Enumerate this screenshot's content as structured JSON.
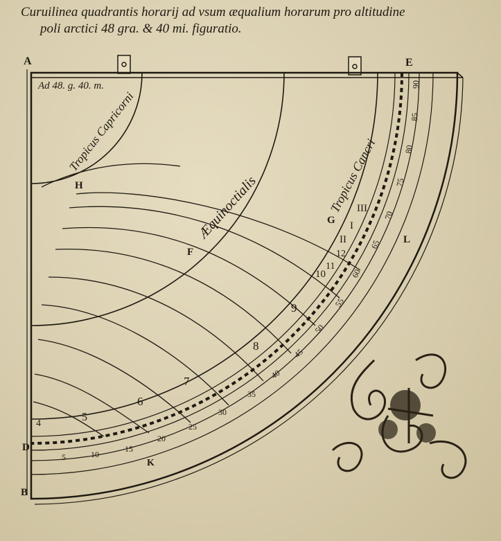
{
  "caption": {
    "line1": "Curuilinea quadrantis horarij ad vsum æqualium horarum pro altitudine",
    "line2": "poli arctici 48 gra. & 40 mi. figuratio."
  },
  "corners": {
    "a": "A",
    "b": "B",
    "d": "D",
    "e": "E"
  },
  "arcs": {
    "capricorn": "Tropicus Capricorni",
    "equinox": "Æquinoctialis",
    "cancer": "Tropicus Cancri",
    "capricorn_letter": "H",
    "equinox_letter": "F",
    "cancer_letter": "G"
  },
  "latitude_label": "Ad 48. g. 40. m.",
  "hour_numbers": [
    "12",
    "11",
    "10",
    "9",
    "8",
    "7",
    "6",
    "5",
    "4"
  ],
  "hour_labels_near_cancer": [
    "I",
    "II",
    "III"
  ],
  "scale_labels": [
    "5",
    "10",
    "15",
    "20",
    "25",
    "30",
    "35",
    "40",
    "45",
    "50",
    "55",
    "60",
    "65",
    "70",
    "75",
    "80",
    "85",
    "90"
  ],
  "point_labels": {
    "k": "K",
    "l": "L"
  },
  "colors": {
    "ink": "#1f1a12",
    "paper": "#ddd3b6"
  }
}
